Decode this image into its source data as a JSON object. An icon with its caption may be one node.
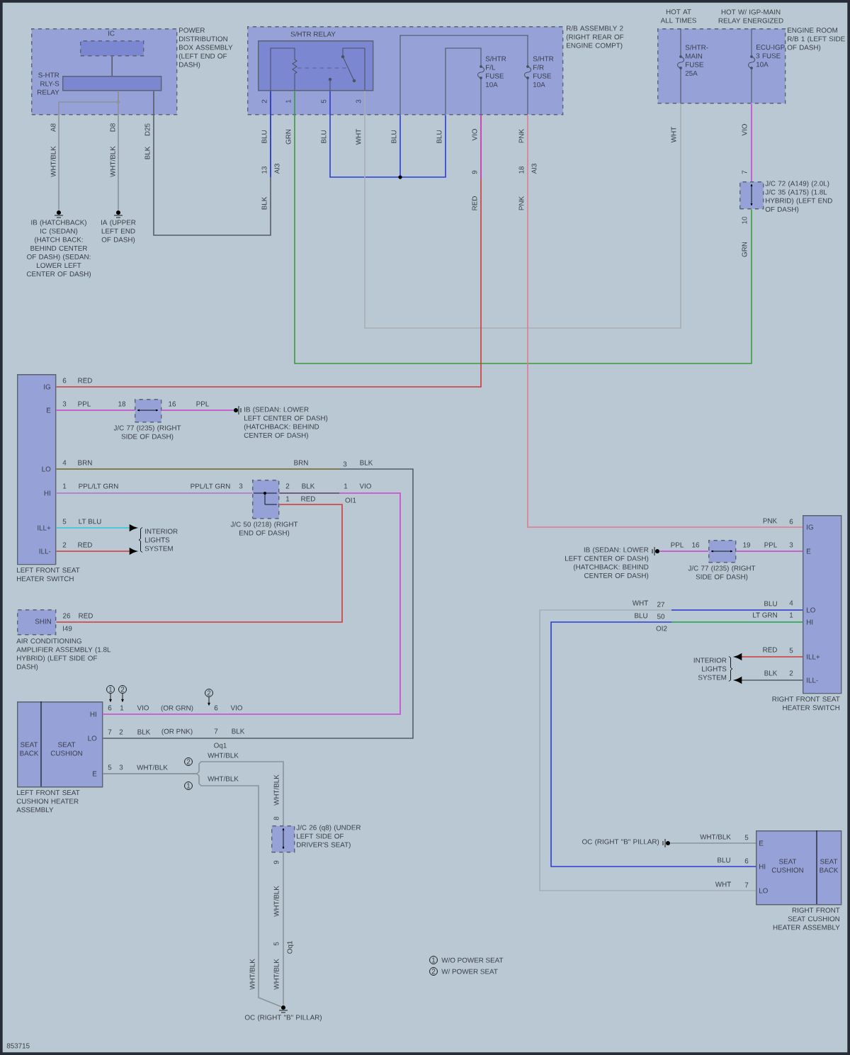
{
  "diagram": {
    "nodes": [
      {
        "text": [
          "POWER DISTRIBUTION BOX ASSEMBLY (LEFT END OF DASH)"
        ]
      },
      {
        "text": [
          "IC"
        ],
        "in": 0
      },
      {
        "text": [
          "S-HTR RLY-S RELAY"
        ],
        "in": 0
      },
      {
        "text": [
          "R/B ASSEMBLY 2 (RIGHT REAR OF ENGINE COMPT)"
        ]
      },
      {
        "text": [
          "S/HTR RELAY"
        ],
        "in": 3
      },
      {
        "text": [
          "ENGINE ROOM R/B 1 (LEFT SIDE OF DASH)"
        ],
        "beside": [
          "HOT AT ALL TIMES",
          "HOT W/ IGP-MAIN RELAY ENERGIZED"
        ]
      },
      {
        "text": [
          "IB (HATCHBACK) IC (SEDAN) (HATCH BACK: BEHIND CENTER OF DASH) (SEDAN: LOWER LEFT CENTER OF DASH)"
        ]
      },
      {
        "text": [
          "IA (UPPER LEFT END OF DASH)"
        ]
      },
      {
        "text": [
          "J/C 72 (A149) (2.0L) J/C 35 (A175) (1.8L HYBRID) (LEFT END OF DASH)"
        ]
      },
      {
        "text": [
          "LEFT FRONT SEAT HEATER SWITCH"
        ]
      },
      {
        "text": [
          "J/C 77 (I235) (RIGHT SIDE OF DASH)"
        ]
      },
      {
        "text": [
          "IB (SEDAN: LOWER LEFT CENTER OF DASH) (HATCHBACK: BEHIND CENTER OF DASH)"
        ]
      },
      {
        "text": [
          "INTERIOR LIGHTS SYSTEM"
        ]
      },
      {
        "text": [
          "J/C 50 (I218) (RIGHT END OF DASH)"
        ]
      },
      {
        "text": [
          "SHIN",
          "AIR CONDITIONING AMPLIFIER ASSEMBLY (1.8L HYBRID) (LEFT SIDE OF DASH)"
        ]
      },
      {
        "text": [
          "SEAT BACK",
          "SEAT CUSHION",
          "LEFT FRONT SEAT CUSHION HEATER ASSEMBLY"
        ]
      },
      {
        "text": [
          "J/C 26 (q8) (UNDER LEFT SIDE OF DRIVER'S SEAT)"
        ]
      },
      {
        "text": [
          "OC (RIGHT \"B\" PILLAR)"
        ]
      },
      {
        "text": [
          "RIGHT FRONT SEAT HEATER SWITCH"
        ]
      },
      {
        "text": [
          "J/C 77 (I235) (RIGHT SIDE OF DASH)"
        ]
      },
      {
        "text": [
          "IB (SEDAN: LOWER LEFT CENTER OF DASH) (HATCHBACK: BEHIND CENTER OF DASH)"
        ]
      },
      {
        "text": [
          "INTERIOR LIGHTS SYSTEM"
        ]
      },
      {
        "text": [
          "SEAT CUSHION",
          "SEAT BACK",
          "RIGHT FRONT SEAT CUSHION HEATER ASSEMBLY"
        ]
      },
      {
        "text": [
          "OC (RIGHT \"B\" PILLAR)"
        ]
      }
    ],
    "edges": [
      {
        "from": 2,
        "to": 6,
        "arrow": "none",
        "color": "#8c9298"
      },
      {
        "from": 2,
        "to": 7,
        "arrow": "none",
        "color": "#8c9298"
      },
      {
        "from": 2,
        "to": 4,
        "arrow": "none"
      },
      {
        "from": 4,
        "to": 8,
        "arrow": "none",
        "color": "#3c9a3c"
      },
      {
        "from": 4,
        "to": 3,
        "arrow": "none",
        "color": "#2b3bd6"
      },
      {
        "from": 4,
        "to": 5,
        "arrow": "none",
        "color": "#a8aeb4"
      },
      {
        "from": 3,
        "to": 9,
        "arrow": "none",
        "color": "#d03838"
      },
      {
        "from": 3,
        "to": 18,
        "arrow": "none",
        "color": "#e07a90"
      },
      {
        "from": 5,
        "to": 8,
        "arrow": "none",
        "color": "#cc44d0"
      },
      {
        "from": 9,
        "to": 10,
        "arrow": "none",
        "color": "#c840c8"
      },
      {
        "from": 10,
        "to": 11,
        "arrow": "none",
        "color": "#c840c8"
      },
      {
        "from": 9,
        "to": 15,
        "arrow": "none"
      },
      {
        "from": 9,
        "to": 13,
        "arrow": "none",
        "color": "#b070c8"
      },
      {
        "from": 13,
        "to": 15,
        "arrow": "none",
        "color": "#cc44d0"
      },
      {
        "from": 13,
        "to": 14,
        "arrow": "none",
        "color": "#d03838"
      },
      {
        "from": 9,
        "to": 12,
        "arrow": "to",
        "color": "#2ac8d8"
      },
      {
        "from": 9,
        "to": 12,
        "arrow": "to",
        "color": "#d03838"
      },
      {
        "from": 15,
        "to": 16,
        "arrow": "none",
        "color": "#8c9298"
      },
      {
        "from": 15,
        "to": 17,
        "arrow": "none",
        "color": "#8c9298"
      },
      {
        "from": 16,
        "to": 17,
        "arrow": "none",
        "color": "#8c9298"
      },
      {
        "from": 18,
        "to": 19,
        "arrow": "none",
        "color": "#c840c8"
      },
      {
        "from": 19,
        "to": 20,
        "arrow": "none",
        "color": "#c840c8"
      },
      {
        "from": 18,
        "to": 22,
        "arrow": "none",
        "color": "#a8aeb4"
      },
      {
        "from": 18,
        "to": 22,
        "arrow": "none",
        "color": "#2b3bd6"
      },
      {
        "from": 18,
        "to": 21,
        "arrow": "to",
        "color": "#d03838"
      },
      {
        "from": 18,
        "to": 21,
        "arrow": "to"
      },
      {
        "from": 22,
        "to": 23,
        "arrow": "none",
        "color": "#8c9298"
      },
      {
        "from": 1,
        "to": 2,
        "arrow": "none"
      }
    ],
    "labels": [
      "A8",
      "WHT/BLK",
      "D8",
      "WHT/BLK",
      "D25",
      "BLK",
      "2",
      "1",
      "5",
      "3",
      "BLU",
      "GRN",
      "BLU",
      "WHT",
      "BLU",
      "BLU",
      "VIO",
      "PNK",
      "13",
      "AI3",
      "BLK",
      "9",
      "18",
      "AI3",
      "RED",
      "PNK",
      "S/HTR F/L FUSE 10A",
      "S/HTR F/R FUSE 10A",
      "S/HTR-MAIN FUSE 25A",
      "ECU-IGP 3 FUSE 10A",
      "WHT",
      "VIO",
      "7",
      "10",
      "GRN",
      "IG",
      "E",
      "LO",
      "HI",
      "ILL+",
      "ILL-",
      "6",
      "RED",
      "3",
      "PPL",
      "18",
      "16",
      "PPL",
      "4",
      "BRN",
      "BRN",
      "3",
      "BLK",
      "1",
      "PPL/LT GRN",
      "PPL/LT GRN",
      "3",
      "2",
      "BLK",
      "1",
      "RED",
      "1",
      "VIO",
      "OI1",
      "5",
      "LT BLU",
      "2",
      "RED",
      "26",
      "RED",
      "I49",
      "HI",
      "LO",
      "E",
      "1",
      "2",
      "6",
      "1",
      "VIO",
      "(OR GRN)",
      "2",
      "6",
      "VIO",
      "7",
      "2",
      "BLK",
      "(OR PNK)",
      "7",
      "BLK",
      "Oq1",
      "WHT/BLK",
      "5",
      "3",
      "WHT/BLK",
      "2",
      "1",
      "WHT/BLK",
      "WHT/BLK",
      "8",
      "9",
      "WHT/BLK",
      "5",
      "Oq1",
      "WHT/BLK",
      "WHT/BLK",
      "PNK",
      "6",
      "PPL",
      "16",
      "19",
      "PPL",
      "3",
      "WHT",
      "27",
      "BLU",
      "50",
      "OI2",
      "BLU",
      "4",
      "LT GRN",
      "1",
      "RED",
      "5",
      "BLK",
      "2",
      "IG",
      "E",
      "LO",
      "HI",
      "ILL+",
      "ILL-",
      "WHT/BLK",
      "5",
      "BLU",
      "6",
      "WHT",
      "7",
      "E",
      "HI",
      "LO",
      "1",
      "2",
      "853715"
    ],
    "legend": [
      {
        "text": "W/O POWER SEAT"
      },
      {
        "text": "W/ POWER SEAT"
      }
    ]
  }
}
